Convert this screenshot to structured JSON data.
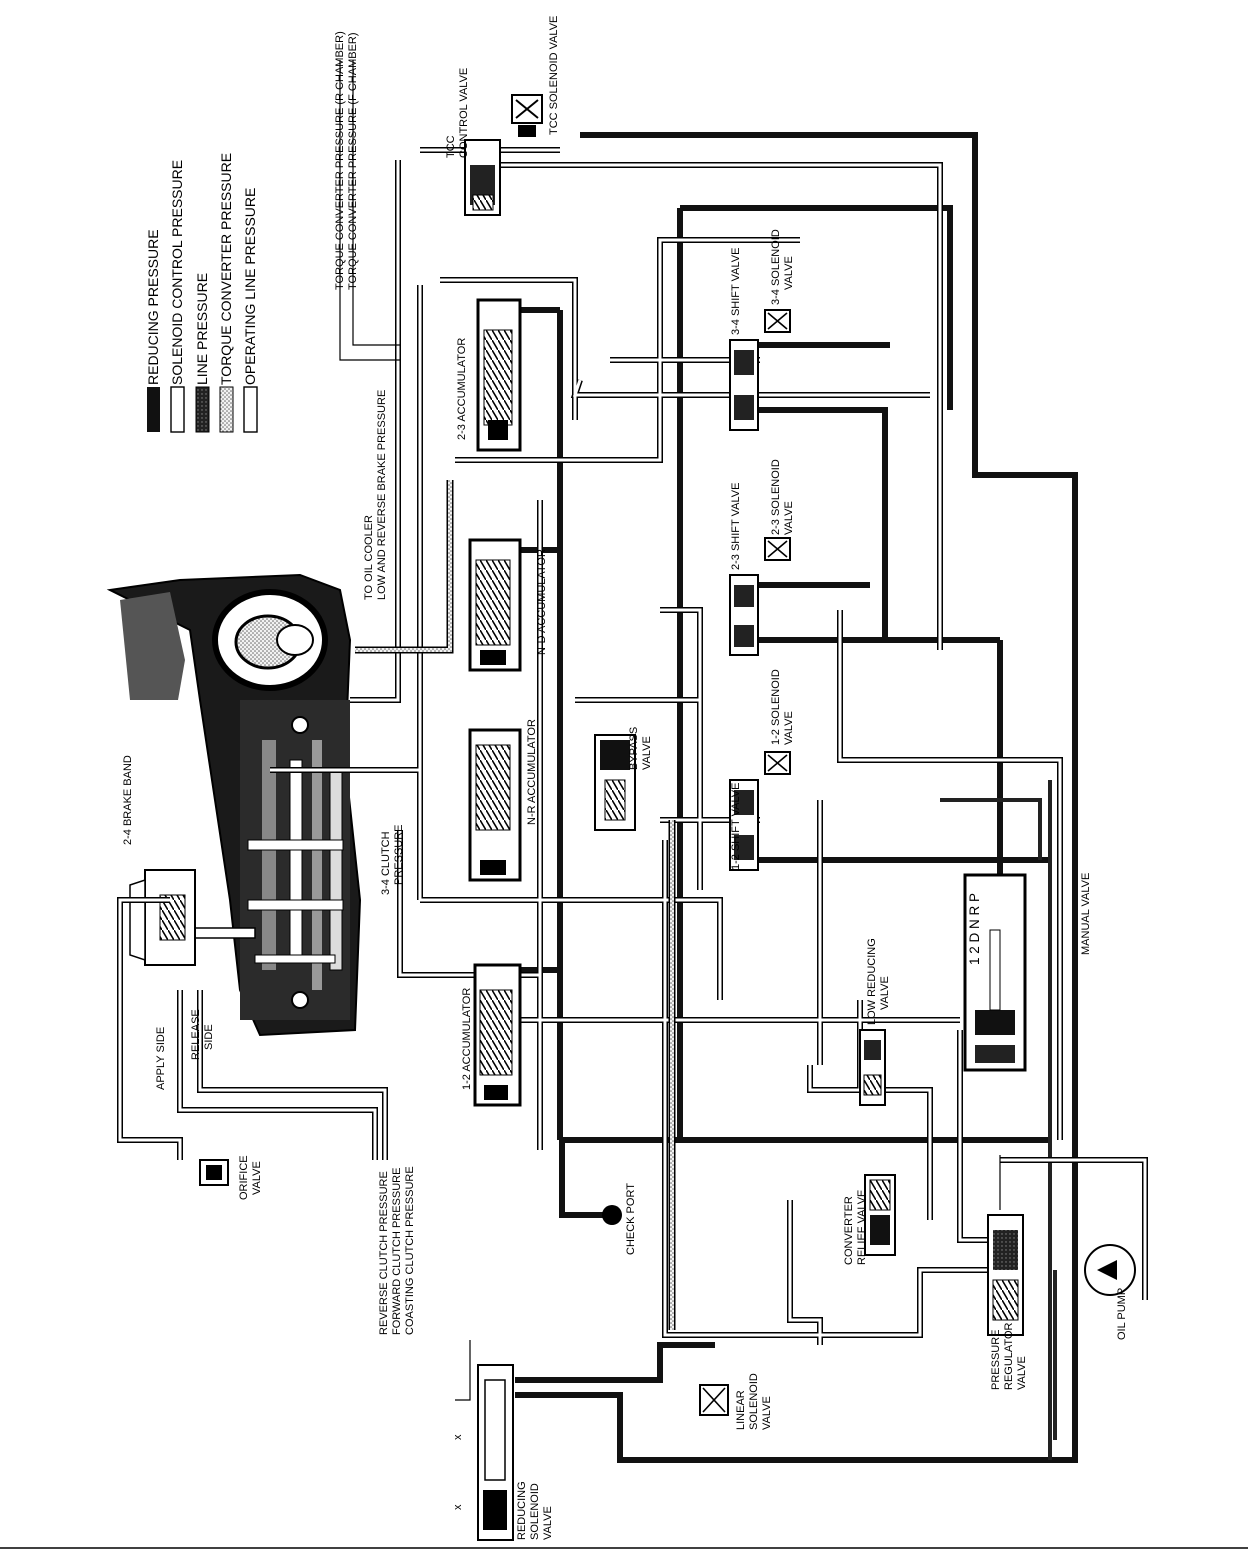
{
  "legend": [
    {
      "key": "reducing",
      "label": "REDUCING PRESSURE",
      "color": "#111111",
      "style": "solid-black"
    },
    {
      "key": "solenoid",
      "label": "SOLENOID CONTROL  PRESSURE",
      "color": "#ffffff",
      "style": "outlined-white"
    },
    {
      "key": "line",
      "label": "LINE PRESSURE",
      "color": "#222222",
      "style": "dark-hatched"
    },
    {
      "key": "converter",
      "label": "TORQUE CONVERTER PRESSURE",
      "color": "#d4d4d4",
      "style": "dotted-gray"
    },
    {
      "key": "operating",
      "label": "OPERATING LINE PRESSURE",
      "color": "#ffffff",
      "style": "outlined-white"
    }
  ],
  "labels": {
    "tcc_solenoid": "TCC SOLENOID VALVE",
    "tcc_control_1": "TCC",
    "tcc_control_2": "CONTROL VALVE",
    "tc_pressure_r": "TORQUE CONVERTER PRESSURE (R CHAMBER)",
    "tc_pressure_f": "TORQUE CONVERTER PRESSURE (F CHAMBER)",
    "oil_cooler": "TO OIL COOLER",
    "low_rev_brake": "LOW AND REVERSE BRAKE PRESSURE",
    "accum_23": "2-3 ACCUMULATOR",
    "accum_nd": "N-D ACCUMULATOR",
    "accum_nr": "N-R ACCUMULATOR",
    "accum_12": "1-2 ACCUMULATOR",
    "shift_34": "3-4 SHIFT VALVE",
    "sol_34_1": "3-4 SOLENOID",
    "sol_34_2": "VALVE",
    "shift_23": "2-3 SHIFT VALVE",
    "sol_23_1": "2-3 SOLENOID",
    "sol_23_2": "VALVE",
    "shift_12": "1-2 SHIFT VALVE",
    "sol_12_1": "1-2 SOLENOID",
    "sol_12_2": "VALVE",
    "bypass_1": "BYPASS",
    "bypass_2": "VALVE",
    "brake_band": "2-4 BRAKE BAND",
    "clutch_34_1": "3-4 CLUTCH",
    "clutch_34_2": "PRESSURE",
    "release_1": "RELEASE",
    "release_2": "SIDE",
    "apply_side": "APPLY SIDE",
    "orifice_1": "ORIFICE",
    "orifice_2": "VALVE",
    "reverse_clutch": "REVERSE CLUTCH PRESSURE",
    "forward_clutch": "FORWARD CLUTCH PRESSURE",
    "coasting_clutch": "COASTING CLUTCH PRESSURE",
    "check_port": "CHECK PORT",
    "low_reducing_1": "LOW REDUCING",
    "low_reducing_2": "VALVE",
    "manual_valve": "MANUAL VALVE",
    "gear_positions": "1 2 D N R P",
    "converter_relief_1": "CONVERTER",
    "converter_relief_2": "RELIEF VALVE",
    "pressure_reg_1": "PRESSURE",
    "pressure_reg_2": "REGULATOR",
    "pressure_reg_3": "VALVE",
    "oil_pump": "OIL PUMP",
    "linear_sol_1": "LINEAR",
    "linear_sol_2": "SOLENOID",
    "linear_sol_3": "VALVE",
    "reducing_sol_1": "REDUCING",
    "reducing_sol_2": "SOLENOID",
    "reducing_sol_3": "VALVE",
    "x_mark": "x"
  }
}
